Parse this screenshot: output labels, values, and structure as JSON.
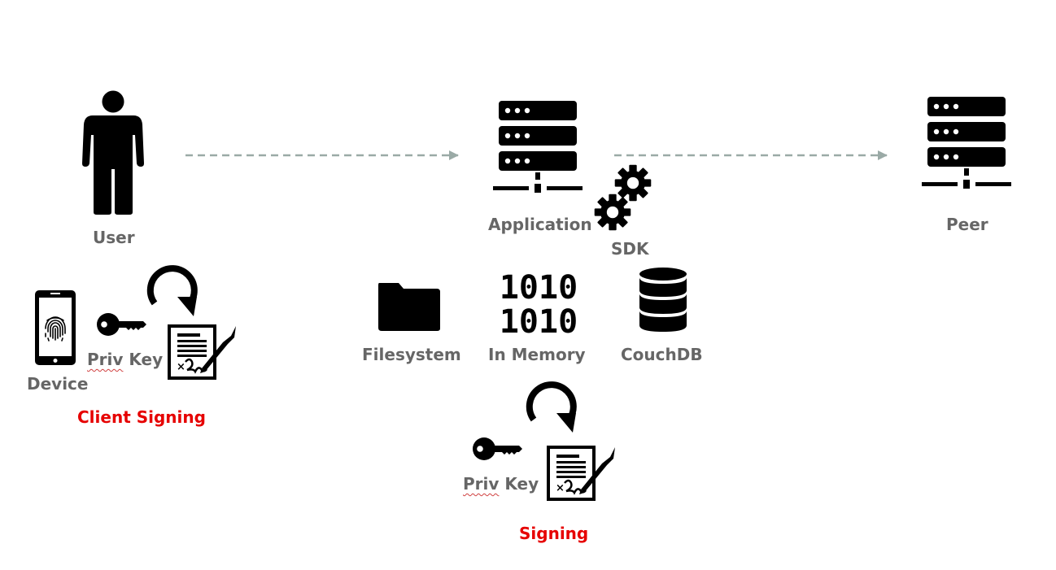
{
  "nodes": {
    "user": {
      "label": "User",
      "icon": "person-icon"
    },
    "application": {
      "label": "Application",
      "icon": "server-icon"
    },
    "sdk": {
      "label": "SDK",
      "icon": "gears-icon"
    },
    "peer": {
      "label": "Peer",
      "icon": "server-icon"
    }
  },
  "client_side": {
    "device": {
      "label": "Device",
      "icon": "smartphone-fingerprint-icon"
    },
    "key": {
      "label_priv": "Priv",
      "label_key": "Key",
      "icon": "key-icon"
    },
    "refresh_icon": "refresh-arrow-icon",
    "document_icon": "signed-document-icon",
    "caption": "Client Signing"
  },
  "storage": {
    "items": [
      {
        "label": "Filesystem",
        "icon": "folder-icon"
      },
      {
        "label": "In Memory",
        "icon": "binary-icon",
        "glyphs": [
          "1010",
          "1010"
        ]
      },
      {
        "label": "CouchDB",
        "icon": "database-icon"
      }
    ]
  },
  "sdk_side": {
    "key": {
      "label_priv": "Priv",
      "label_key": "Key",
      "icon": "key-icon"
    },
    "refresh_icon": "refresh-arrow-icon",
    "document_icon": "signed-document-icon",
    "caption": "Signing"
  },
  "edges": [
    {
      "from": "User",
      "to": "Application",
      "style": "dashed",
      "color": "#9aaaa6"
    },
    {
      "from": "Application",
      "to": "Peer",
      "style": "dashed",
      "color": "#9aaaa6"
    }
  ],
  "colors": {
    "label": "#666666",
    "caption": "#e60000",
    "icon": "#000000",
    "arrow": "#9aaaa6"
  }
}
